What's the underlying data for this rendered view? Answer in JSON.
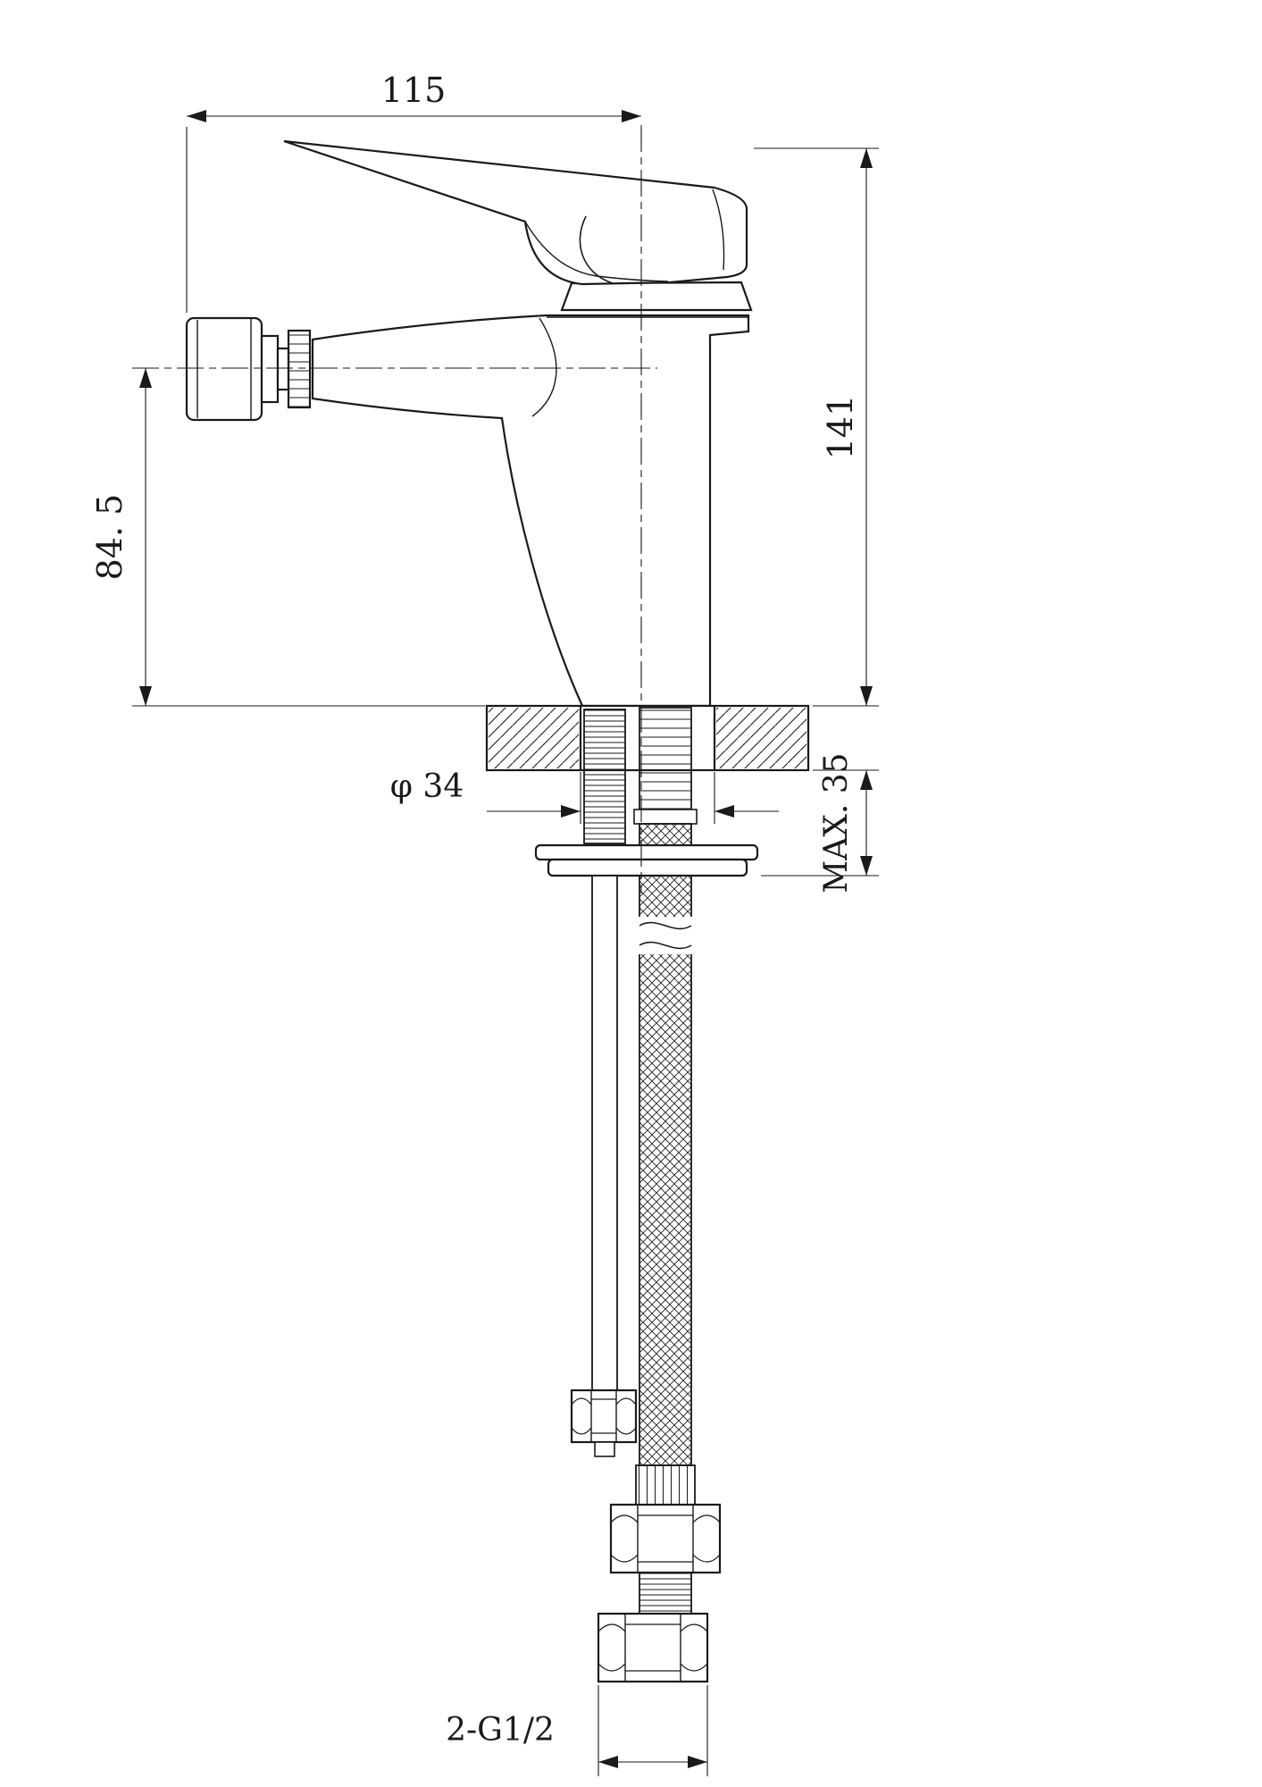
{
  "drawing": {
    "type": "technical-line-drawing",
    "subject": "single-lever bidet/basin mixer faucet, side elevation with mounting section",
    "colors": {
      "ink": "#1a1a1a",
      "background": "#ffffff"
    },
    "labels": {
      "top_width": "115",
      "total_height": "141",
      "spout_height": "84. 5",
      "hole_diameter": "φ 34",
      "max_deck_thickness": "MAX. 35",
      "connection_thread": "2-G1/2"
    }
  }
}
